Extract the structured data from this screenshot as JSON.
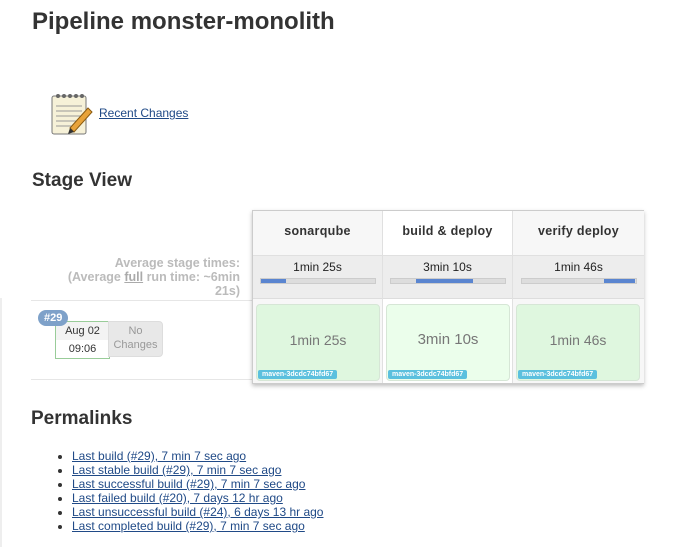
{
  "title": "Pipeline monster-monolith",
  "recent_changes": "Recent Changes",
  "stage_view": {
    "heading": "Stage View",
    "avg_label": "Average stage times:",
    "avg_full_prefix": "(Average ",
    "avg_full_word": "full",
    "avg_full_suffix": " run time: ~6min 21s)",
    "stages": [
      {
        "name": "sonarqube",
        "avg": "1min 25s",
        "duration": "1min 25s",
        "agent": "maven-3dcdc74bfd67",
        "bar_start": 0,
        "bar_end": 0.22
      },
      {
        "name": "build & deploy",
        "avg": "3min 10s",
        "duration": "3min 10s",
        "agent": "maven-3dcdc74bfd67",
        "bar_start": 0.22,
        "bar_end": 0.72
      },
      {
        "name": "verify deploy",
        "avg": "1min 46s",
        "duration": "1min 46s",
        "agent": "maven-3dcdc74bfd67",
        "bar_start": 0.72,
        "bar_end": 1
      }
    ],
    "build": {
      "number": "#29",
      "date": "Aug 02",
      "time": "09:06",
      "changes": "No Changes"
    }
  },
  "permalinks": {
    "heading": "Permalinks",
    "items": [
      "Last build (#29), 7 min 7 sec ago",
      "Last stable build (#29), 7 min 7 sec ago",
      "Last successful build (#29), 7 min 7 sec ago",
      "Last failed build (#20), 7 days 12 hr ago",
      "Last unsuccessful build (#24), 6 days 13 hr ago",
      "Last completed build (#29), 7 min 7 sec ago"
    ]
  }
}
